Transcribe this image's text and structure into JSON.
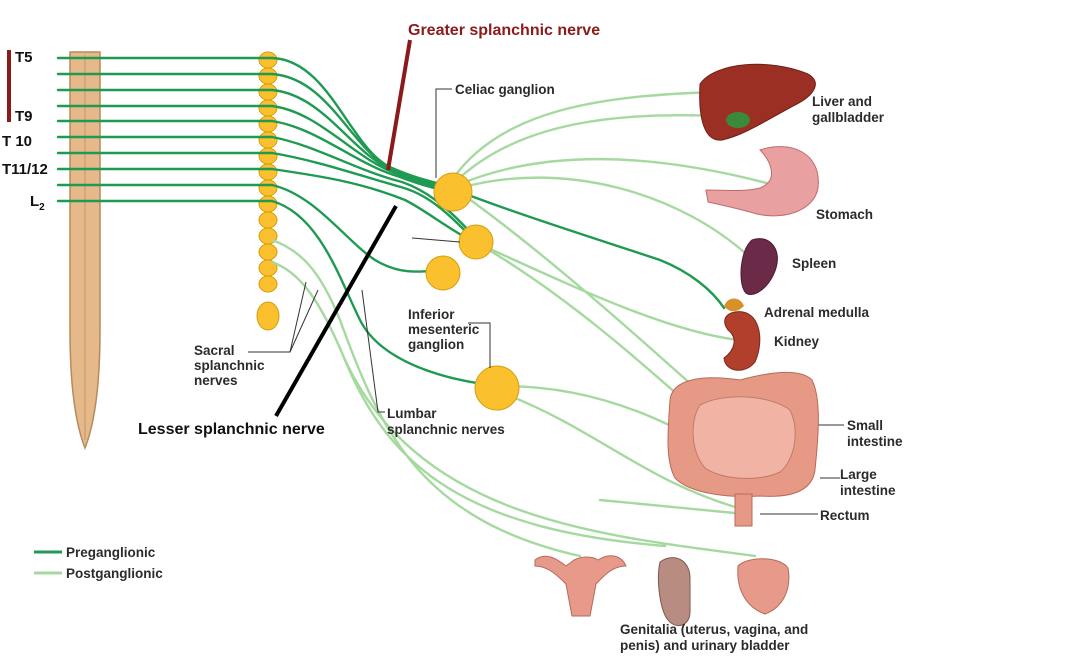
{
  "colors": {
    "preganglionic": "#1f9a52",
    "postganglionic": "#a6d9a0",
    "greater_nerve_bar": "#8b1a1a",
    "lesser_nerve_line": "#000000",
    "ganglion_fill": "#fbc02d",
    "spinal_cord": "#e6b98a"
  },
  "spinal_levels": {
    "t5": "T5",
    "t9": "T9",
    "t10": "T 10",
    "t11_12": "T11/12",
    "l2": "L",
    "l2_sub": "2"
  },
  "titles": {
    "greater_splanchnic": "Greater splanchnic nerve",
    "lesser_splanchnic": "Lesser splanchnic nerve"
  },
  "ganglia": {
    "celiac": "Celiac ganglion",
    "inferior_mesenteric": [
      "Inferior",
      "mesenteric",
      "ganglion"
    ]
  },
  "nerves": {
    "sacral": [
      "Sacral",
      "splanchnic",
      "nerves"
    ],
    "lumbar": [
      "Lumbar",
      "splanchnic nerves"
    ]
  },
  "organs": {
    "liver": [
      "Liver and",
      "gallbladder"
    ],
    "stomach": "Stomach",
    "spleen": "Spleen",
    "adrenal": "Adrenal medulla",
    "kidney": "Kidney",
    "small_intestine": [
      "Small",
      "intestine"
    ],
    "large_intestine": [
      "Large",
      "intestine"
    ],
    "rectum": "Rectum",
    "genitalia": [
      "Genitalia (uterus, vagina, and",
      "penis) and urinary bladder"
    ]
  },
  "legend": {
    "pre": "Preganglionic",
    "post": "Postganglionic"
  }
}
